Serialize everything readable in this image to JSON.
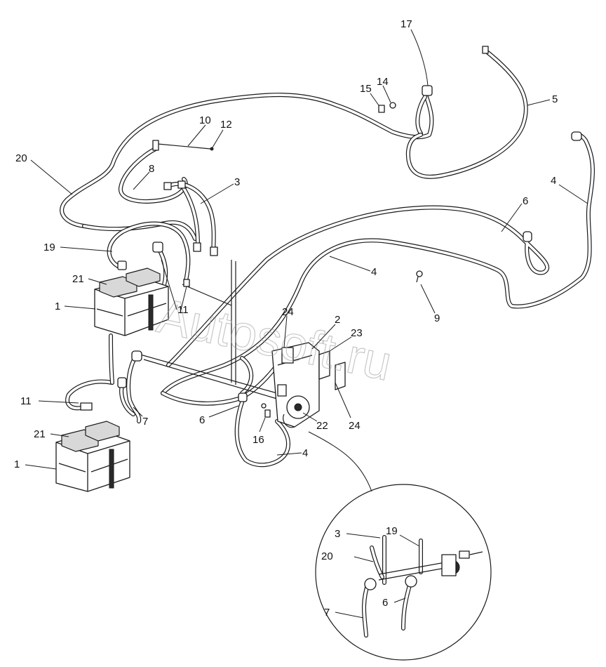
{
  "watermark": "Autosoft.ru",
  "callouts": {
    "c17": "17",
    "c14": "14",
    "c15": "15",
    "c5": "5",
    "c10": "10",
    "c12": "12",
    "c20": "20",
    "c8": "8",
    "c3": "3",
    "c4a": "4",
    "c6a": "6",
    "c19": "19",
    "c21a": "21",
    "c1a": "1",
    "c11a": "11",
    "c4b": "4",
    "c9": "9",
    "c24a": "24",
    "c2": "2",
    "c23": "23",
    "c11b": "11",
    "c7": "7",
    "c6b": "6",
    "c22": "22",
    "c24b": "24",
    "c21b": "21",
    "c16": "16",
    "c4c": "4",
    "c1b": "1",
    "d3": "3",
    "d19": "19",
    "d20": "20",
    "d7": "7",
    "d6": "6"
  }
}
